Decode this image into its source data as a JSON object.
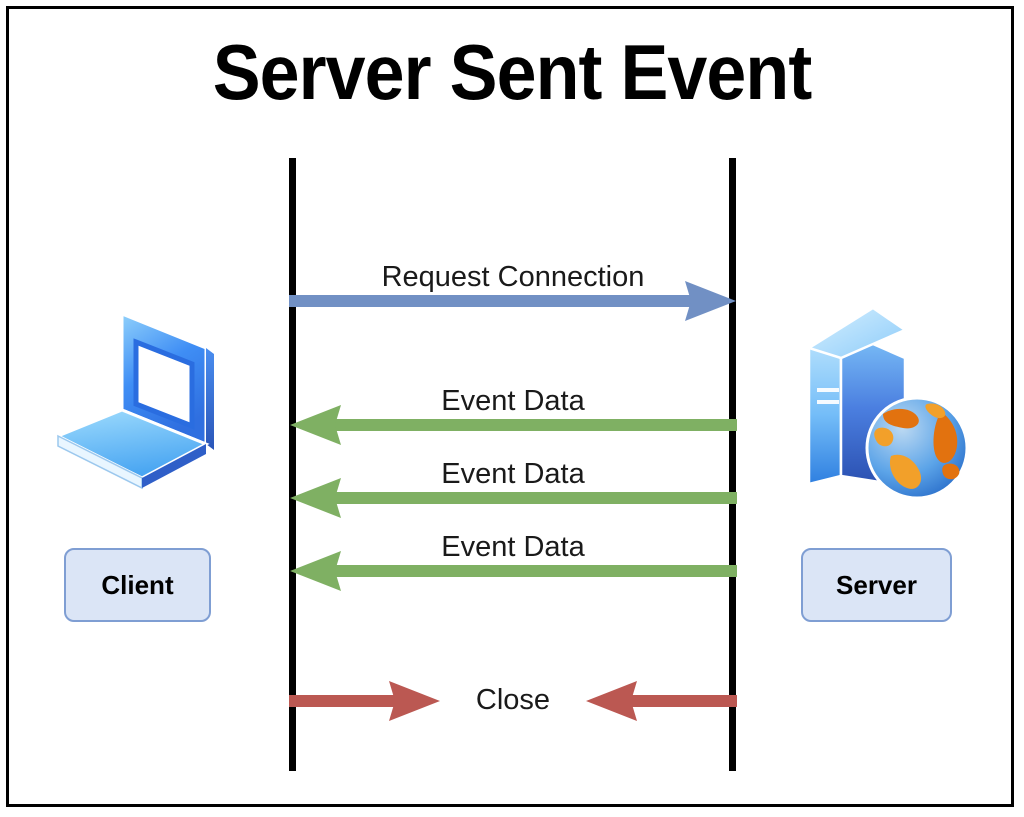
{
  "diagram": {
    "title": "Server Sent Event",
    "type": "sequence-diagram",
    "background_color": "#ffffff",
    "border_color": "#000000",
    "lifeline_color": "#000000",
    "participants": [
      {
        "id": "client",
        "label": "Client",
        "side": "left",
        "icon": "laptop-icon",
        "box_fill": "#dbe5f6",
        "box_border": "#7f9ed3"
      },
      {
        "id": "server",
        "label": "Server",
        "side": "right",
        "icon": "server-globe-icon",
        "box_fill": "#dbe5f6",
        "box_border": "#7f9ed3"
      }
    ],
    "messages": [
      {
        "label": "Request Connection",
        "direction": "left-to-right",
        "color": "#7190c4",
        "from": "client",
        "to": "server"
      },
      {
        "label": "Event Data",
        "direction": "right-to-left",
        "color": "#7fb063",
        "from": "server",
        "to": "client"
      },
      {
        "label": "Event Data",
        "direction": "right-to-left",
        "color": "#7fb063",
        "from": "server",
        "to": "client"
      },
      {
        "label": "Event Data",
        "direction": "right-to-left",
        "color": "#7fb063",
        "from": "server",
        "to": "client"
      },
      {
        "label": "Close",
        "direction": "bidirectional-inward",
        "color": "#bb5852",
        "from": "client",
        "to": "server"
      }
    ]
  }
}
